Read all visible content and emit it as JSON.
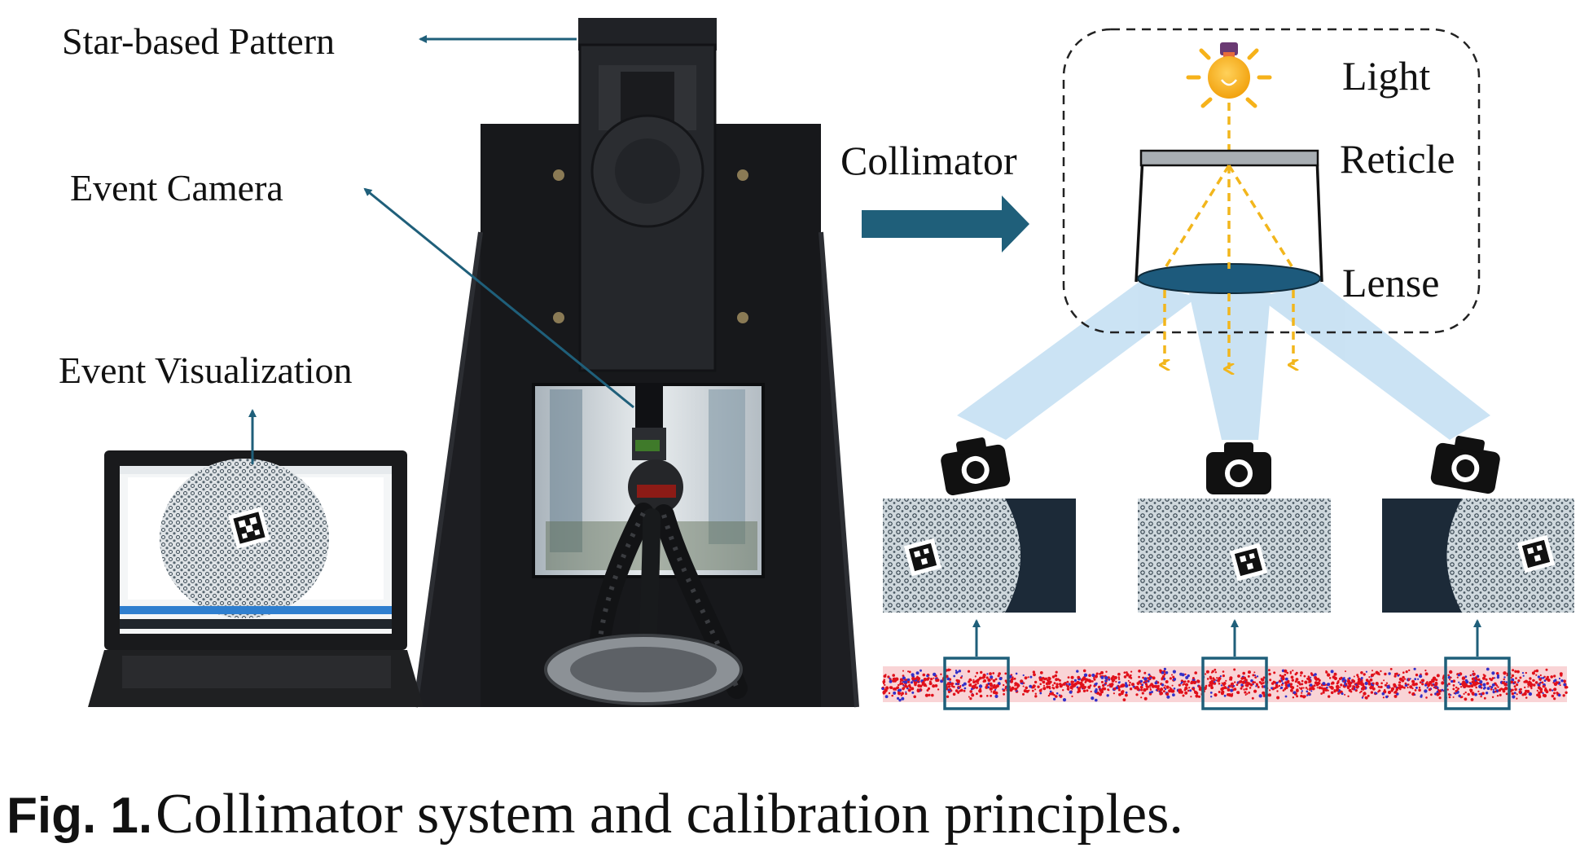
{
  "labels": {
    "star_pattern": "Star-based Pattern",
    "event_camera": "Event Camera",
    "event_visualization": "Event Visualization",
    "collimator": "Collimator",
    "light": "Light",
    "reticle": "Reticle",
    "lense": "Lense"
  },
  "caption": {
    "number": "Fig. 1.",
    "text": "Collimator system and calibration principles."
  },
  "colors": {
    "arrow": "#1f5f7a",
    "lens": "#1d5a7c",
    "beam": "#b9d9f0",
    "ray": "#f2b61c",
    "bulb": "#f6b21a",
    "event_red": "#e0101a",
    "event_blue": "#3330c8"
  },
  "icons": [
    "lightbulb-icon",
    "camera-icon"
  ]
}
